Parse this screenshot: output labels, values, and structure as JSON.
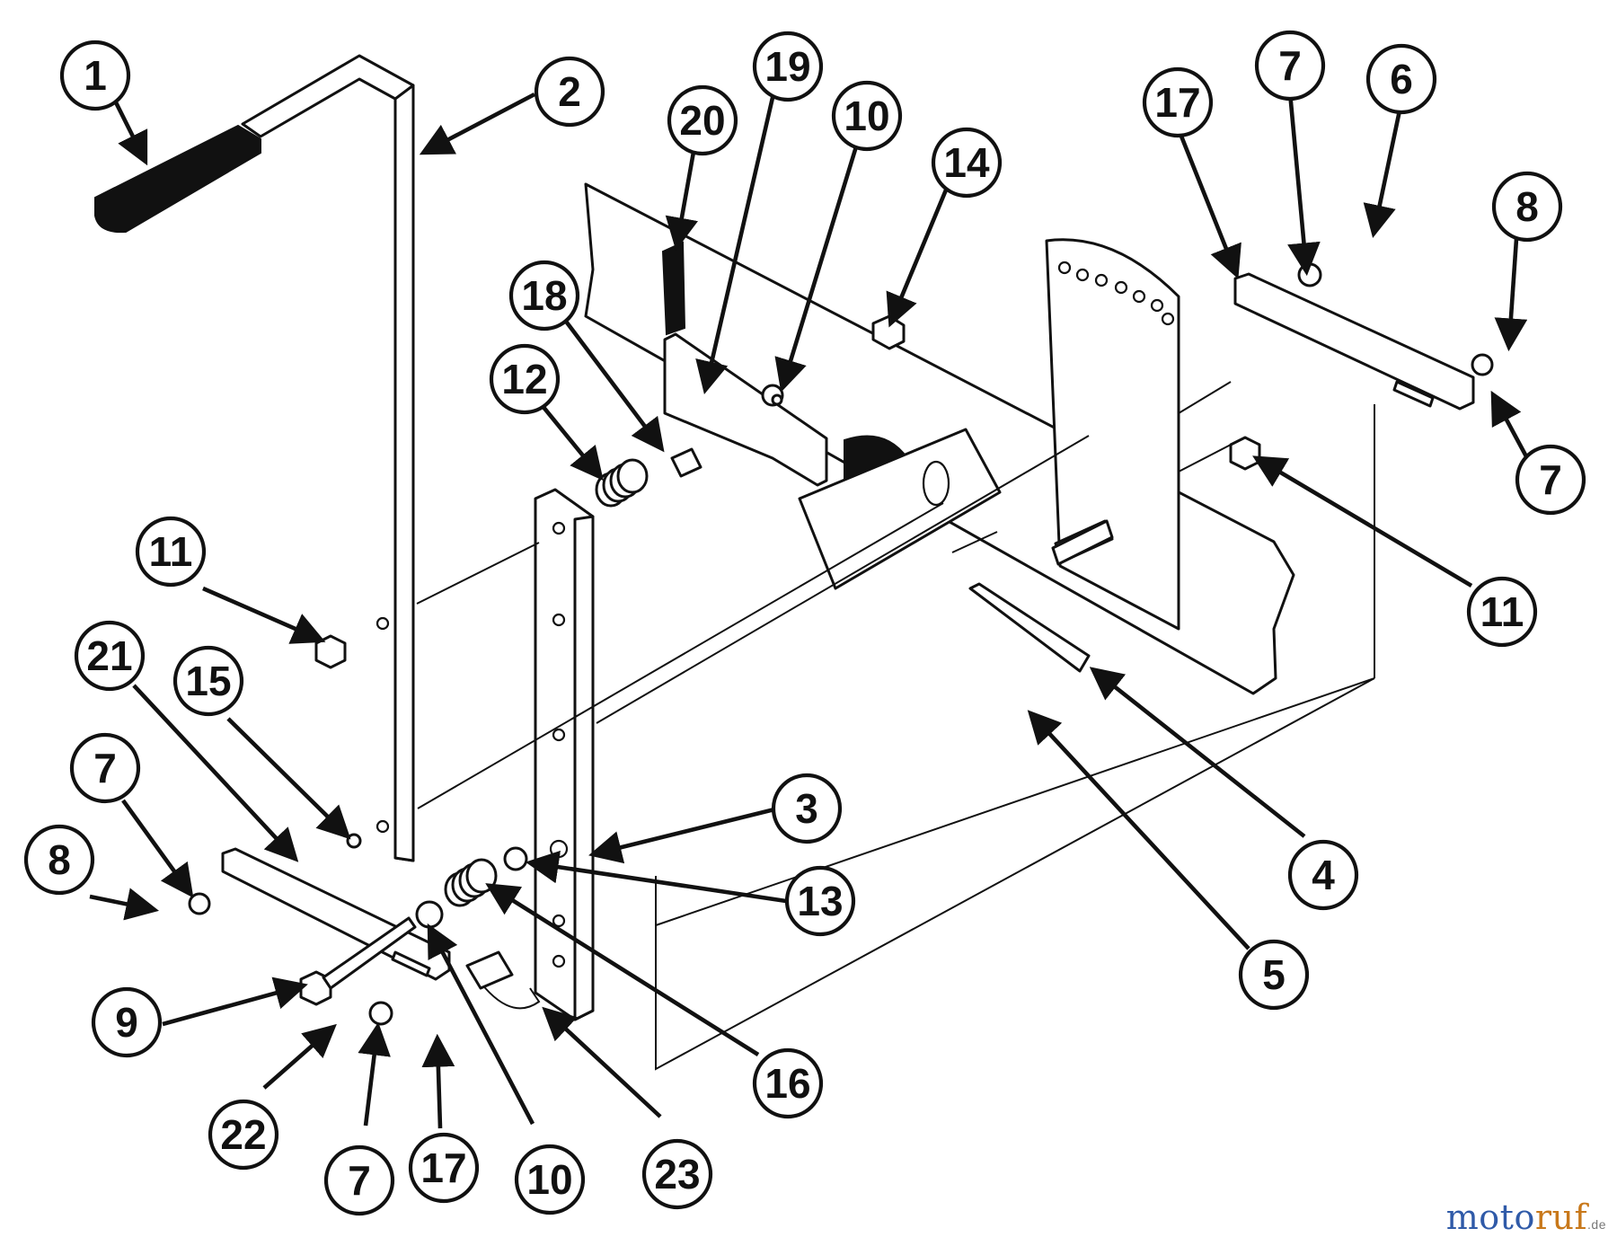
{
  "callouts": [
    {
      "id": "c1",
      "label": "1"
    },
    {
      "id": "c2",
      "label": "2"
    },
    {
      "id": "c19",
      "label": "19"
    },
    {
      "id": "c20",
      "label": "20"
    },
    {
      "id": "c10a",
      "label": "10"
    },
    {
      "id": "c14",
      "label": "14"
    },
    {
      "id": "c17a",
      "label": "17"
    },
    {
      "id": "c7a",
      "label": "7"
    },
    {
      "id": "c6",
      "label": "6"
    },
    {
      "id": "c8a",
      "label": "8"
    },
    {
      "id": "c18",
      "label": "18"
    },
    {
      "id": "c12",
      "label": "12"
    },
    {
      "id": "c7b",
      "label": "7"
    },
    {
      "id": "c11a",
      "label": "11"
    },
    {
      "id": "c11b",
      "label": "11"
    },
    {
      "id": "c21",
      "label": "21"
    },
    {
      "id": "c15",
      "label": "15"
    },
    {
      "id": "c7c",
      "label": "7"
    },
    {
      "id": "c8b",
      "label": "8"
    },
    {
      "id": "c3",
      "label": "3"
    },
    {
      "id": "c13",
      "label": "13"
    },
    {
      "id": "c4",
      "label": "4"
    },
    {
      "id": "c5",
      "label": "5"
    },
    {
      "id": "c9",
      "label": "9"
    },
    {
      "id": "c16",
      "label": "16"
    },
    {
      "id": "c22",
      "label": "22"
    },
    {
      "id": "c7d",
      "label": "7"
    },
    {
      "id": "c17b",
      "label": "17"
    },
    {
      "id": "c10b",
      "label": "10"
    },
    {
      "id": "c23",
      "label": "23"
    }
  ],
  "watermark": {
    "main": "moto",
    "accent": "ruf",
    "tld": ".de"
  },
  "colors": {
    "line": "#111111",
    "background": "#ffffff",
    "watermark_blue": "#2f5aa8",
    "watermark_orange": "#c8781a"
  }
}
